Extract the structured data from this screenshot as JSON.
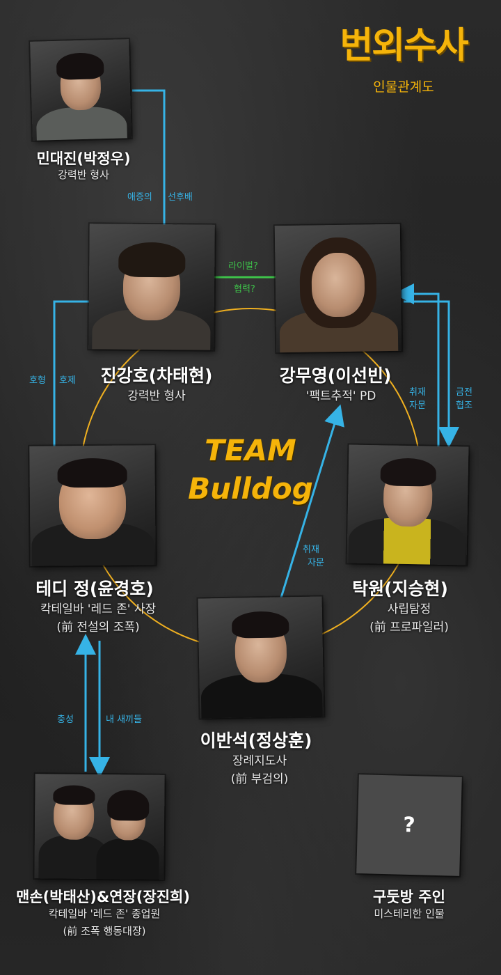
{
  "title": {
    "main": "번외수사",
    "sub": "인물관계도"
  },
  "team": {
    "line1": "TEAM",
    "line2": "Bulldog"
  },
  "characters": {
    "mindaejin": {
      "name": "민대진(박정우)",
      "desc": "강력반 형사"
    },
    "jinkangho": {
      "name": "진강호(차태현)",
      "desc": "강력반 형사"
    },
    "kangmuyoung": {
      "name": "강무영(이선빈)",
      "desc": "'팩트추적' PD"
    },
    "teddy": {
      "name": "테디 정(윤경호)",
      "desc1": "칵테일바 '레드 존' 사장",
      "desc2": "(前 전설의 조폭)"
    },
    "takwon": {
      "name": "탁원(지승현)",
      "desc1": "사립탐정",
      "desc2": "(前 프로파일러)"
    },
    "libanseok": {
      "name": "이반석(정상훈)",
      "desc1": "장례지도사",
      "desc2": "(前 부검의)"
    },
    "manson": {
      "name": "맨손(박태산)&연장(장진희)",
      "desc1": "칵테일바 '레드 존' 종업원",
      "desc2": "(前 조폭 행동대장)"
    },
    "mystery": {
      "mark": "?",
      "name": "구둣방 주인",
      "desc": "미스테리한 인물"
    }
  },
  "relations": {
    "min_jin_a": "애증의",
    "min_jin_b": "선후배",
    "rival": "라이벌?",
    "coop": "협력?",
    "jin_teddy_a": "호형",
    "jin_teddy_b": "호제",
    "kang_tak_a1": "취재",
    "kang_tak_a2": "자문",
    "kang_tak_b1": "금전",
    "kang_tak_b2": "협조",
    "lee_kang1": "취재",
    "lee_kang2": "자문",
    "teddy_man_a": "충성",
    "teddy_man_b": "내 새끼들"
  },
  "colors": {
    "accent": "#f5b40a",
    "link_blue": "#36b3e6",
    "link_green": "#3ec24a",
    "team_circle": "#f0b020"
  }
}
